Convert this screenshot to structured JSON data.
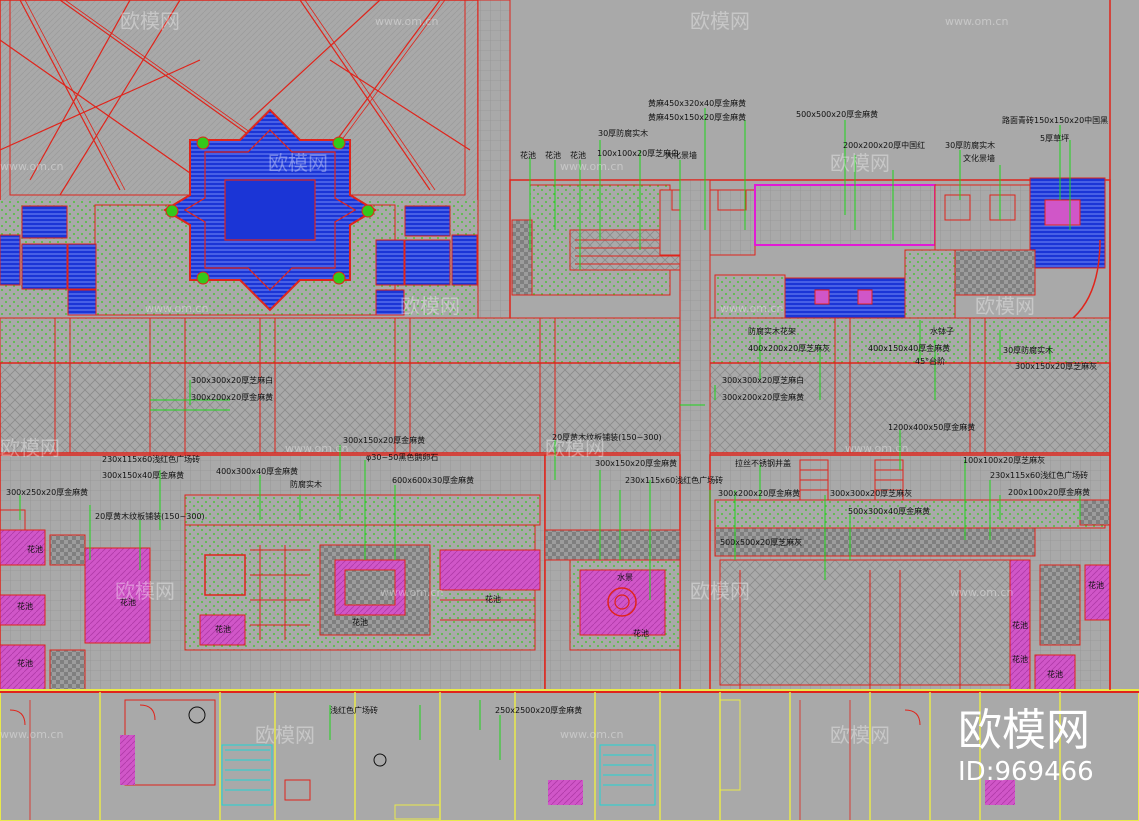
{
  "colors": {
    "background": "#a9a9a9",
    "linework": "#e0241b",
    "hatch_green": "#34c81a",
    "water_blue": "#1b35d6",
    "planter_magenta": "#d056c8",
    "leader": "#1fd51a",
    "walls": "#e9e94a"
  },
  "labels": {
    "l1": "黄麻450x320x40厚金麻黄",
    "l2": "黄麻450x150x20厚金麻黄",
    "l3": "500x500x20厚金麻黄",
    "l4": "30厚防腐实木",
    "l5": "100x100x20厚芝麻白",
    "l6": "200x200x20厚中国红",
    "l7": "30厚防腐实木",
    "l8": "文化景墙",
    "l9": "路面青砖150x150x20中国黑",
    "l10": "花池",
    "l11": "花池",
    "l12": "花池",
    "l13": "5厚草坪",
    "l14": "大化景墙",
    "l15": "防腐实木花架",
    "l16": "400x200x20厚芝麻灰",
    "l17": "400x150x40厚金麻黄",
    "l18": "45°台阶",
    "l19": "水钵子",
    "l20": "30厚防腐实木",
    "l21": "300x150x20厚芝麻灰",
    "l22": "300x300x20厚芝麻白",
    "l23": "300x200x20厚金麻黄",
    "l24": "300x150x20厚金麻黄",
    "l25": "φ30~50黑色鹅卵石",
    "l26": "600x600x30厚金麻黄",
    "l27": "20厚黄木纹板铺装(150~300)",
    "l28": "300x150x20厚金麻黄",
    "l29": "230x115x60浅红色广场砖",
    "l30": "1200x400x50厚金麻黄",
    "l31": "100x100x20厚芝麻灰",
    "l32": "230x115x60浅红色广场砖",
    "l33": "200x100x20厚金麻黄",
    "l34": "230x115x60浅红色广场砖",
    "l35": "300x150x40厚金麻黄",
    "l36": "300x250x20厚金麻黄",
    "l37": "400x300x40厚金麻黄",
    "l38": "20厚黄木纹板铺装(150~300)",
    "l39": "300x200x20厚金麻黄",
    "l40": "300x300x20厚芝麻灰",
    "l41": "500x300x40厚金麻黄",
    "l42": "500x500x20厚芝麻灰",
    "l43": "300x200x20厚金麻黄",
    "l44": "250x2500x20厚金麻黄",
    "l45": "浅红色广场砖",
    "l46": "拉丝不锈钢井盖",
    "l47": "防腐实木",
    "l48": "花池",
    "l49": "花池",
    "l50": "花池",
    "l51": "花池",
    "l52": "花池",
    "l53": "花池",
    "l54": "花池",
    "l55": "水景",
    "l56": "花池",
    "l57": "花池",
    "l58": "花池",
    "l59": "花池",
    "l60": "花池"
  },
  "watermarks": {
    "brand": "欧模网",
    "url": "www.om.cn"
  },
  "logo": {
    "brand": "欧模网",
    "id": "ID:969466"
  }
}
